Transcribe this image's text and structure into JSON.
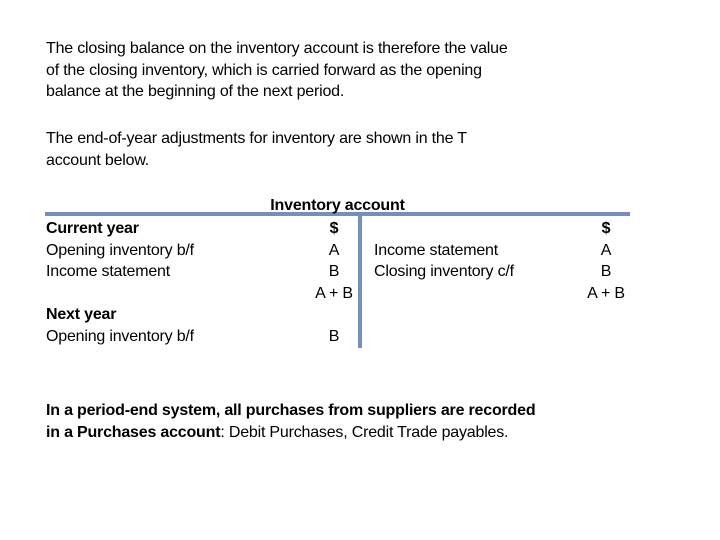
{
  "page": {
    "background_color": "#ffffff",
    "text_color": "#000000",
    "accent_line_color": "#7590b8"
  },
  "intro": {
    "lines": [
      "The closing balance on the inventory account is therefore the value",
      "of the closing inventory, which is carried forward as the opening",
      "balance at the beginning of the next period."
    ]
  },
  "subintro": {
    "lines": [
      "The end-of-year adjustments for inventory are shown in the T",
      "account below."
    ]
  },
  "t_account": {
    "title": "Inventory account",
    "left": {
      "rows": [
        {
          "label": "Current year",
          "value": "$"
        },
        {
          "label": "Opening inventory b/f",
          "value": "A"
        },
        {
          "label": "Income statement",
          "value": "B"
        },
        {
          "label": "",
          "value": "A + B"
        },
        {
          "label": "Next year",
          "value": ""
        },
        {
          "label": "Opening inventory b/f",
          "value": "B"
        }
      ]
    },
    "right": {
      "rows": [
        {
          "label": "",
          "value": "$"
        },
        {
          "label": "Income statement",
          "value": "A"
        },
        {
          "label": "Closing inventory c/f",
          "value": "B"
        },
        {
          "label": "",
          "value": "A + B"
        }
      ]
    }
  },
  "footer": {
    "line1_bold": "In a period-end system, all purchases from suppliers are recorded",
    "line2_bold": "in a Purchases account",
    "line2_regular": ": Debit Purchases, Credit Trade payables."
  }
}
